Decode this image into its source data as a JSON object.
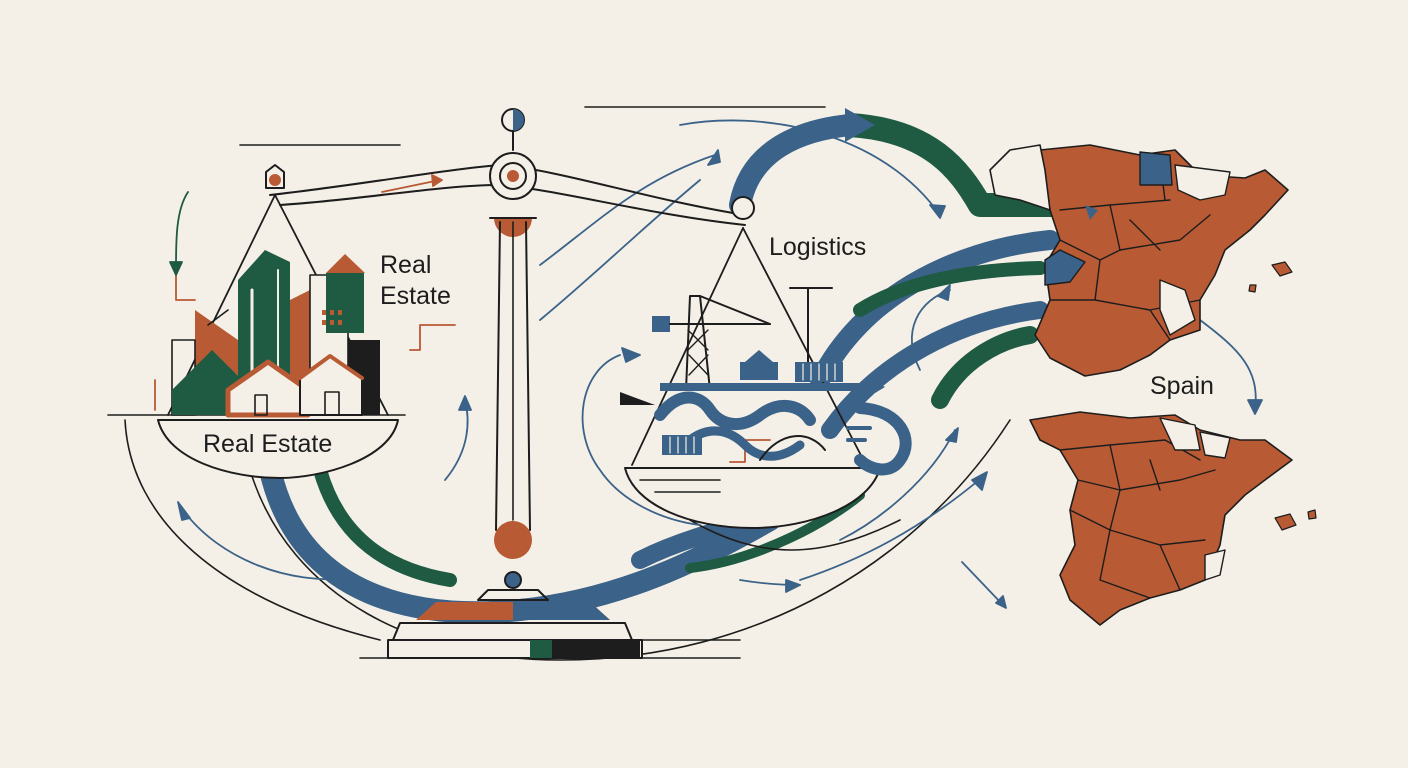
{
  "labels": {
    "real_estate_line1": "Real",
    "real_estate_line2": "Estate",
    "real_estate_bowl": "Real Estate",
    "logistics": "Logistics",
    "spain": "Spain"
  },
  "colors": {
    "background": "#f4f0e7",
    "ink": "#1d1d1d",
    "rust": "#b85a34",
    "forest": "#1f5a43",
    "navy": "#3b6288"
  }
}
